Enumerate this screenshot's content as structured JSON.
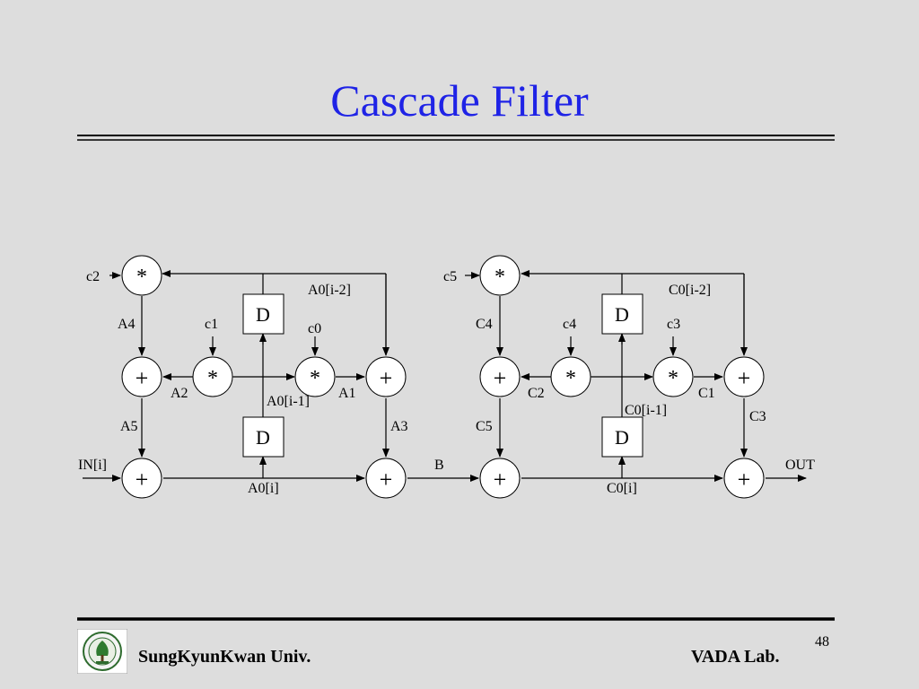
{
  "slide": {
    "title": "Cascade Filter",
    "page_number": "48",
    "footer_left": "SungKyunKwan Univ.",
    "footer_right": "VADA Lab.",
    "accent_color": "#1f23e6"
  },
  "diagram": {
    "operators": {
      "multiply": "*",
      "add": "+",
      "delay": "D"
    },
    "stage1": {
      "labels": {
        "c2": "c2",
        "A4": "A4",
        "c1": "c1",
        "c0": "c0",
        "A0_i2": "A0[i-2]",
        "A2": "A2",
        "A0_i1": "A0[i-1]",
        "A1": "A1",
        "A5": "A5",
        "A3": "A3",
        "IN": "IN[i]",
        "A0_i": "A0[i]"
      }
    },
    "link_label": "B",
    "stage2": {
      "labels": {
        "c5": "c5",
        "C4": "C4",
        "c4": "c4",
        "c3": "c3",
        "C0_i2": "C0[i-2]",
        "C2": "C2",
        "C0_i1": "C0[i-1]",
        "C1": "C1",
        "C3": "C3",
        "C5": "C5",
        "OUT": "OUT",
        "C0_i": "C0[i]"
      }
    }
  }
}
